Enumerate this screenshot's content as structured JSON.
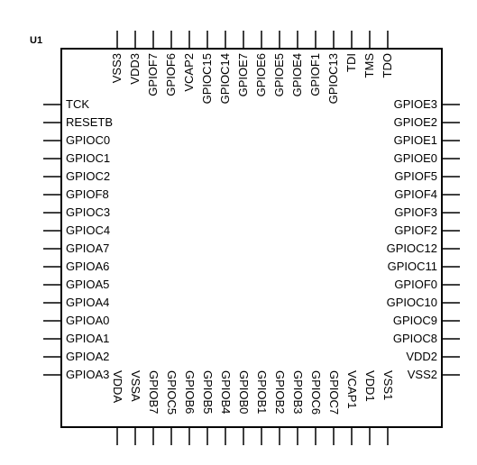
{
  "component": {
    "ref": "U1",
    "line_color": "#000000",
    "background": "#ffffff",
    "pins": {
      "left": [
        "TCK",
        "RESETB",
        "GPIOC0",
        "GPIOC1",
        "GPIOC2",
        "GPIOF8",
        "GPIOC3",
        "GPIOC4",
        "GPIOA7",
        "GPIOA6",
        "GPIOA5",
        "GPIOA4",
        "GPIOA0",
        "GPIOA1",
        "GPIOA2",
        "GPIOA3"
      ],
      "right": [
        "GPIOE3",
        "GPIOE2",
        "GPIOE1",
        "GPIOE0",
        "GPIOF5",
        "GPIOF4",
        "GPIOF3",
        "GPIOF2",
        "GPIOC12",
        "GPIOC11",
        "GPIOF0",
        "GPIOC10",
        "GPIOC9",
        "GPIOC8",
        "VDD2",
        "VSS2"
      ],
      "top": [
        "VSS3",
        "VDD3",
        "GPIOF7",
        "GPIOF6",
        "VCAP2",
        "GPIOC15",
        "GPIOC14",
        "GPIOE7",
        "GPIOE6",
        "GPIOE5",
        "GPIOE4",
        "GPIOF1",
        "GPIOC13",
        "TDI",
        "TMS",
        "TDO"
      ],
      "bottom": [
        "VDDA",
        "VSSA",
        "GPIOB7",
        "GPIOC5",
        "GPIOB6",
        "GPIOB5",
        "GPIOB4",
        "GPIOB0",
        "GPIOB1",
        "GPIOB2",
        "GPIOB3",
        "GPIOC6",
        "GPIOC7",
        "VCAP1",
        "VDD1",
        "VSS1"
      ]
    }
  }
}
